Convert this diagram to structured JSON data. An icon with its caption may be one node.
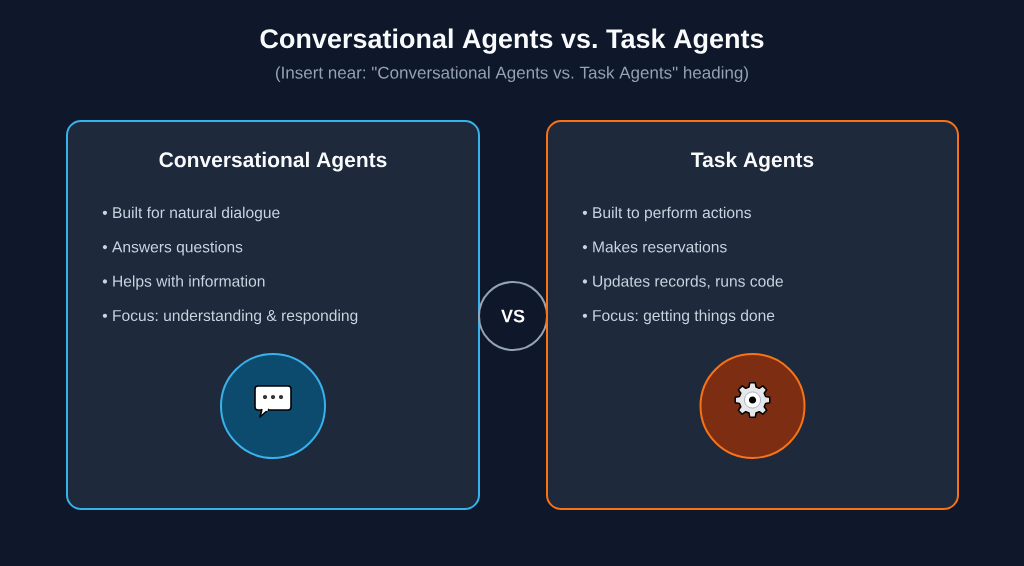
{
  "diagram": {
    "title": "Conversational Agents vs. Task Agents",
    "nodes": [
      {
        "text": [
          "Conversational Agents",
          "• Built for natural dialogue",
          "• Answers questions",
          "• Helps with information",
          "• Focus: understanding & responding"
        ]
      },
      {
        "text": [
          "VS"
        ]
      },
      {
        "text": [
          "Task Agents",
          "• Built to perform actions",
          "• Makes reservations",
          "• Updates records, runs code",
          "• Focus: getting things done"
        ]
      }
    ],
    "labels": [
      "(Insert near: \"Conversational Agents vs. Task Agents\" heading)"
    ]
  }
}
